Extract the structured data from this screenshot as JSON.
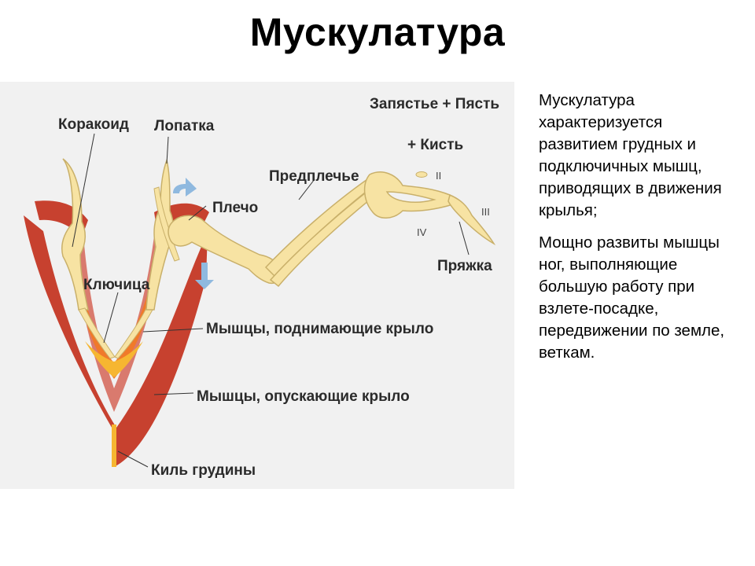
{
  "title": "Мускулатура",
  "diagram": {
    "labels": {
      "coracoid": "Коракоид",
      "scapula": "Лопатка",
      "wrist_1": "Запястье + Пясть",
      "wrist_2": "+ Кисть",
      "forearm": "Предплечье",
      "humerus": "Плечо",
      "clavicle": "Ключица",
      "raise_muscles": "Мышцы, поднимающие крыло",
      "lower_muscles": "Мышцы, опускающие крыло",
      "keel": "Киль грудины",
      "buckle": "Пряжка"
    },
    "digits": {
      "d2": "II",
      "d3": "III",
      "d4": "IV"
    },
    "colors": {
      "bone": "#f7e3a3",
      "bone_stroke": "#c9b06a",
      "muscle_dark": "#c7412f",
      "muscle_light": "#d97a6e",
      "muscle_orange": "#f07a2a",
      "muscle_yellow": "#f6b631",
      "arrow": "#8fb9df",
      "figure_bg": "#f1f1f1"
    }
  },
  "text": {
    "paragraph1": "Мускулатура характеризуется развитием  грудных и подключичных мышц, приводящих в движения крылья;",
    "paragraph2": "Мощно развиты мышцы ног, выполняющие большую работу при взлете-посадке, передвижении по земле, веткам."
  }
}
